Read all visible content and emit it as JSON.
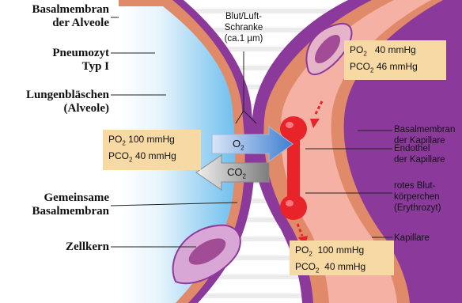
{
  "labels_left": {
    "basalmembran_alveole": [
      "Basalmembran",
      "der Alveole"
    ],
    "pneumozyt": [
      "Pneumozyt",
      "Typ I"
    ],
    "lungenblaeschen": [
      "Lungenbläschen",
      "(Alveole)"
    ],
    "gemeinsame_basalmembran": [
      "Gemeinsame",
      "Basalmembran"
    ],
    "zellkern": "Zellkern"
  },
  "labels_right": {
    "basalmembran_kapillare": [
      "Basalmembran",
      "der Kapillare"
    ],
    "endothel": [
      "Endothel",
      "der Kapillare"
    ],
    "erythrozyt": [
      "rotes Blut-",
      "körperchen",
      "(Erythrozyt)"
    ],
    "kapillare": "Kapillare"
  },
  "blut_luft_schranke": [
    "Blut/Luft-",
    "Schranke",
    "(ca.1 µm)"
  ],
  "alveole_values": {
    "po2": "100 mmHg",
    "pco2": "40 mmHg"
  },
  "kapillare_top_values": {
    "po2": "40 mmHg",
    "pco2": "46 mmHg"
  },
  "kapillare_bottom_values": {
    "po2": "100 mmHg",
    "pco2": "40 mmHg"
  },
  "gas_prefix": {
    "po": "PO",
    "pco": "PCO",
    "sub": "2"
  },
  "arrows": {
    "o2": "O",
    "co2": "CO",
    "sub": "2"
  },
  "colors": {
    "alveole_fill": "#7ac6ee",
    "alveole_light": "#d8eefb",
    "membrane": "#8b3a9c",
    "capillary": "#f2a0a0",
    "endothel": "#e08a6a",
    "erythrozyt": "#e8232a",
    "value_box": "#f6d9a3",
    "arrow_blue": "#5b8fd6",
    "arrow_gray": "#9a9a9a"
  }
}
